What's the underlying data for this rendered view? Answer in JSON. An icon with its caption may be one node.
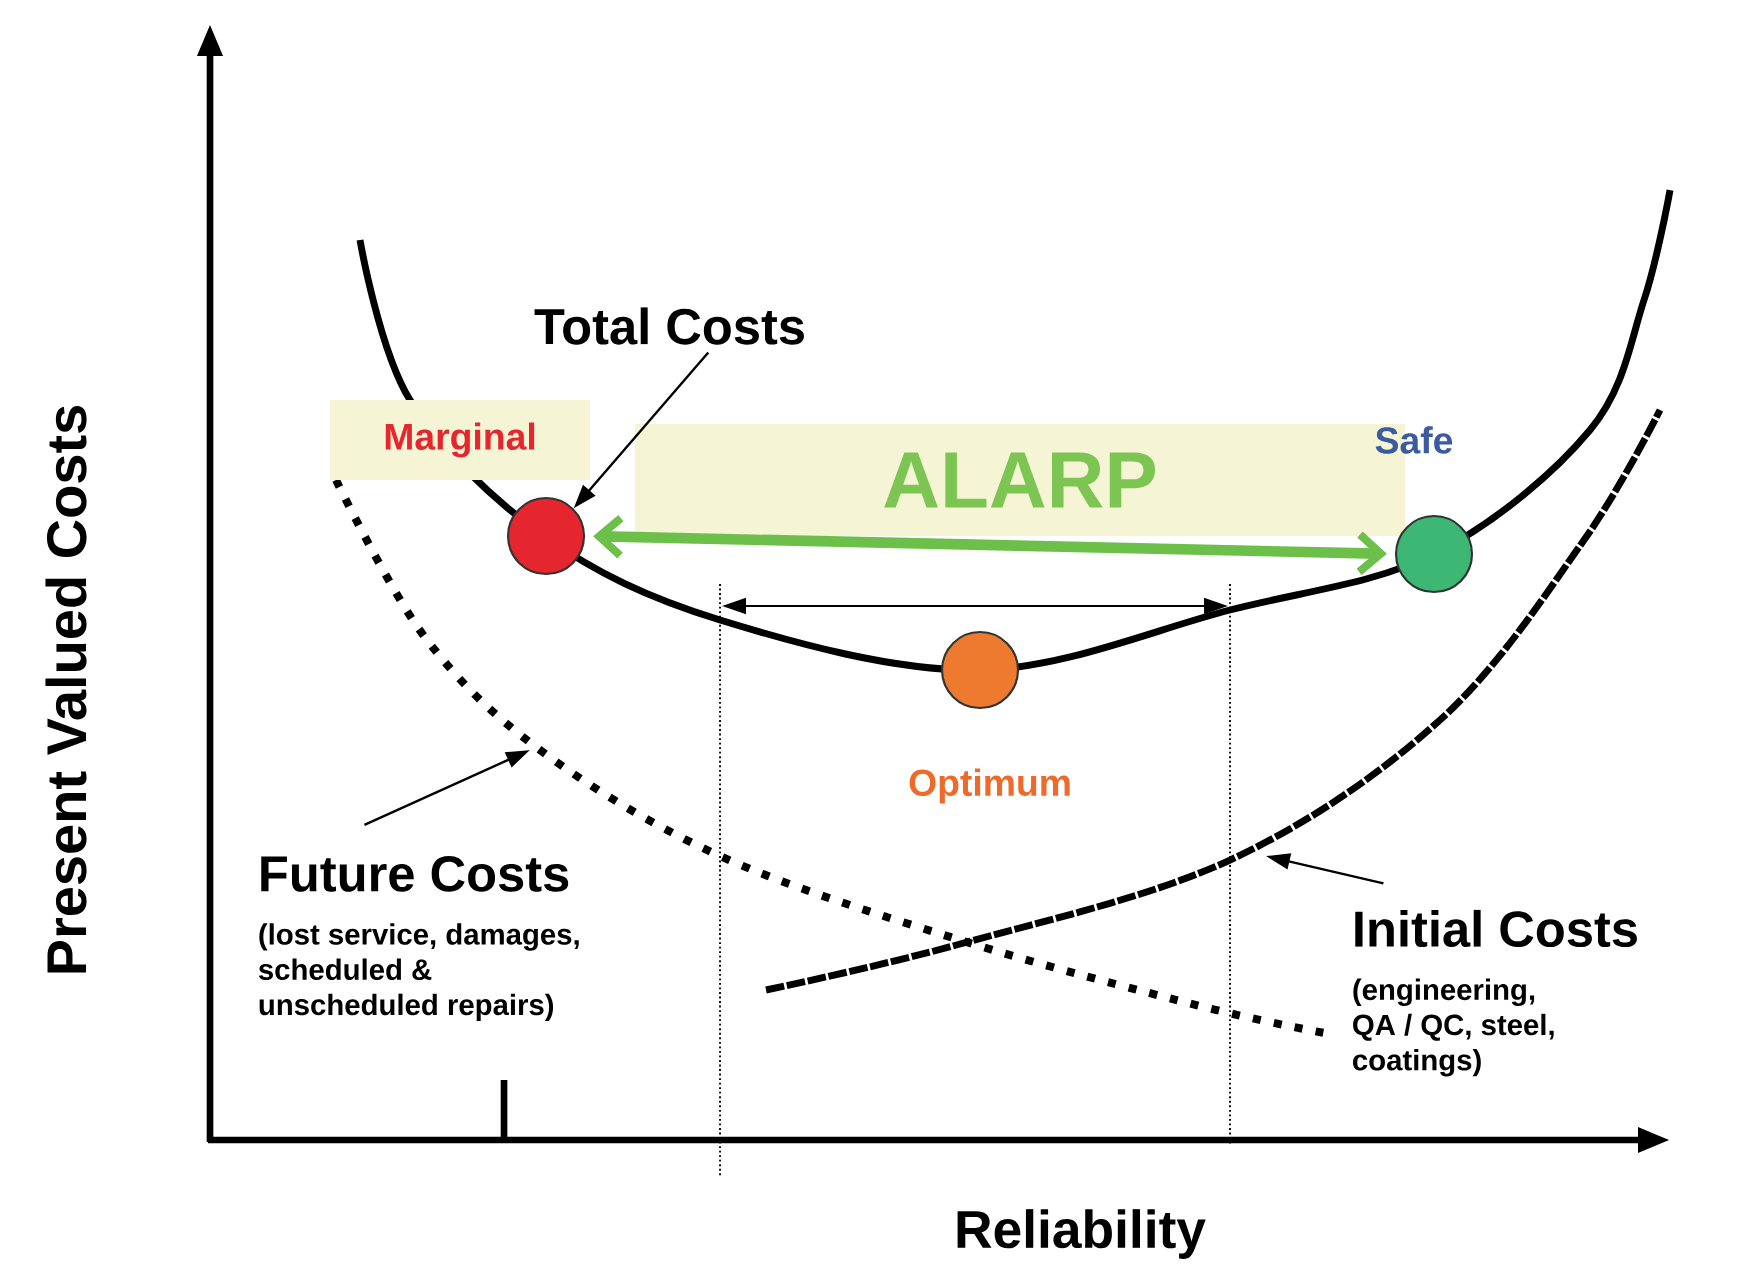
{
  "diagram": {
    "nodes": [
      {
        "text": [
          "Total Costs"
        ]
      },
      {
        "text": [
          "Marginal"
        ]
      },
      {
        "text": [
          "ALARP"
        ]
      },
      {
        "text": [
          "Safe"
        ]
      },
      {
        "text": [],
        "shape": "circle"
      },
      {
        "text": [],
        "shape": "circle"
      },
      {
        "text": [],
        "shape": "circle"
      },
      {
        "text": [
          "Optimum"
        ]
      },
      {
        "text": [
          "Future Costs",
          "(lost service, damages, scheduled & unscheduled repairs)"
        ]
      },
      {
        "text": [
          "Initial Costs",
          "(engineering, QA / QC, steel, coatings)"
        ]
      }
    ],
    "edges": [
      {
        "from": 0,
        "to": 4,
        "arrow": "to"
      },
      {
        "from": 4,
        "to": 6,
        "arrow": "both",
        "style": "thick",
        "color": "#6cc04a"
      },
      {
        "from": 8,
        "to": null,
        "arrow": "to"
      },
      {
        "from": 9,
        "to": null,
        "arrow": "to"
      }
    ],
    "labels": [
      "Present Valued Costs",
      "Reliability"
    ]
  }
}
